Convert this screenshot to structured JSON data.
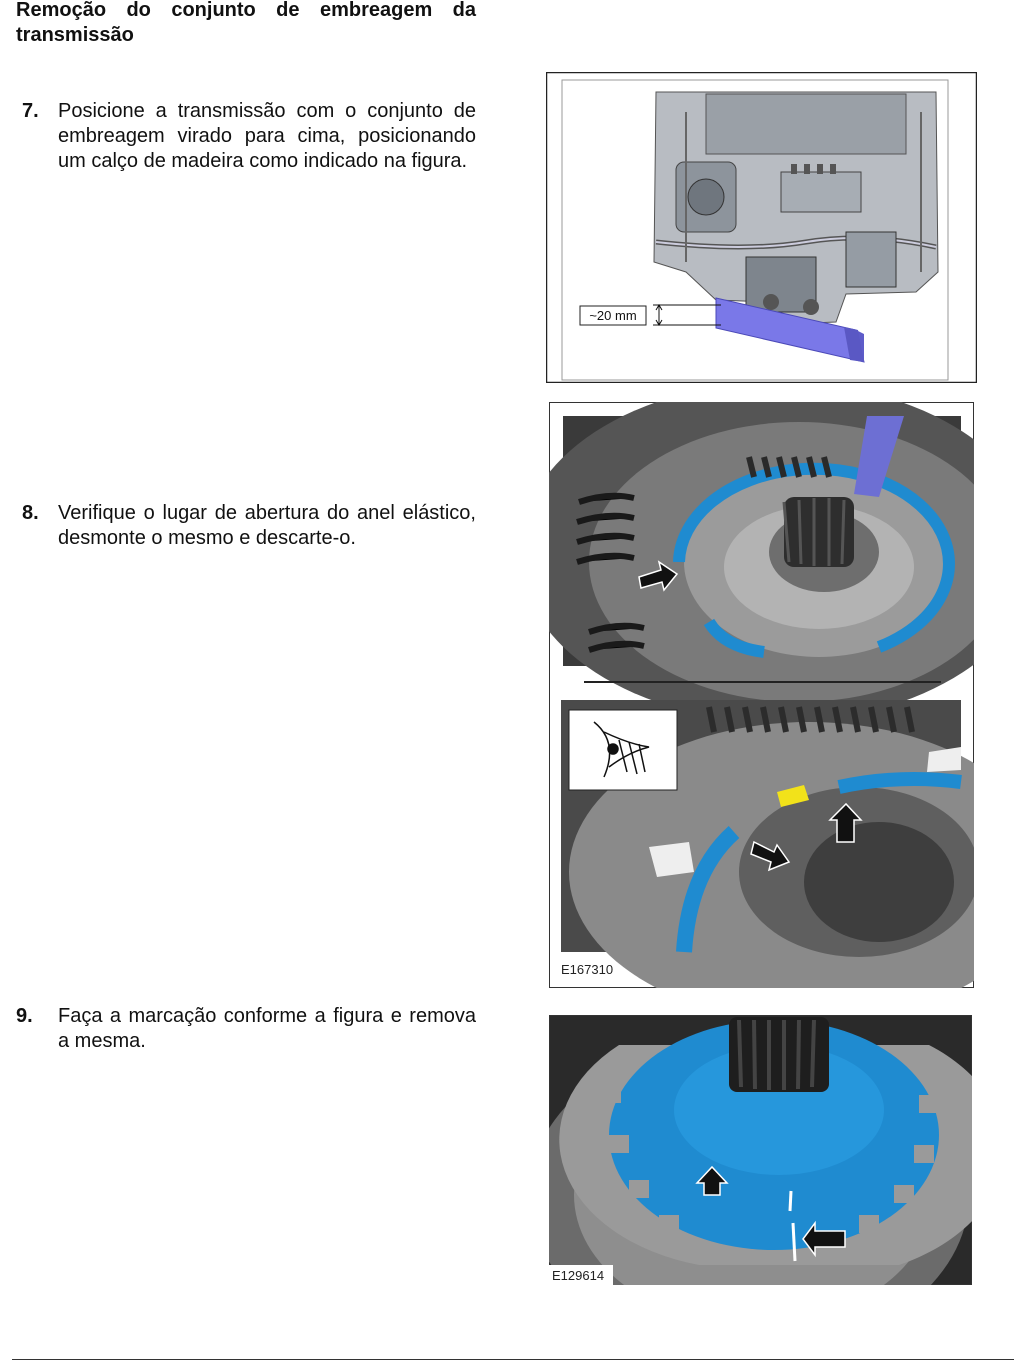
{
  "document": {
    "section_title": "Remoção do conjunto de embreagem da transmissão"
  },
  "steps": [
    {
      "number": "7.",
      "text": "Posicione a transmissão com o conjunto de embreagem virado para cima, posicionando um calço de madeira como indicado na figura."
    },
    {
      "number": "8.",
      "text": "Verifique o lugar de  abertura do anel elástico, desmonte o mesmo e descarte-o."
    },
    {
      "number": "9.",
      "text": "Faça a marcação conforme a figura e remova a mesma."
    }
  ],
  "figures": {
    "fig1": {
      "dimension_label": "~20 mm"
    },
    "fig2": {
      "code": "E167310"
    },
    "fig3": {
      "code": "E129614"
    }
  },
  "colors": {
    "highlight_blue": "#1f8bd0",
    "wood_block": "#7a78e8",
    "marker_yellow": "#f2e21a"
  }
}
